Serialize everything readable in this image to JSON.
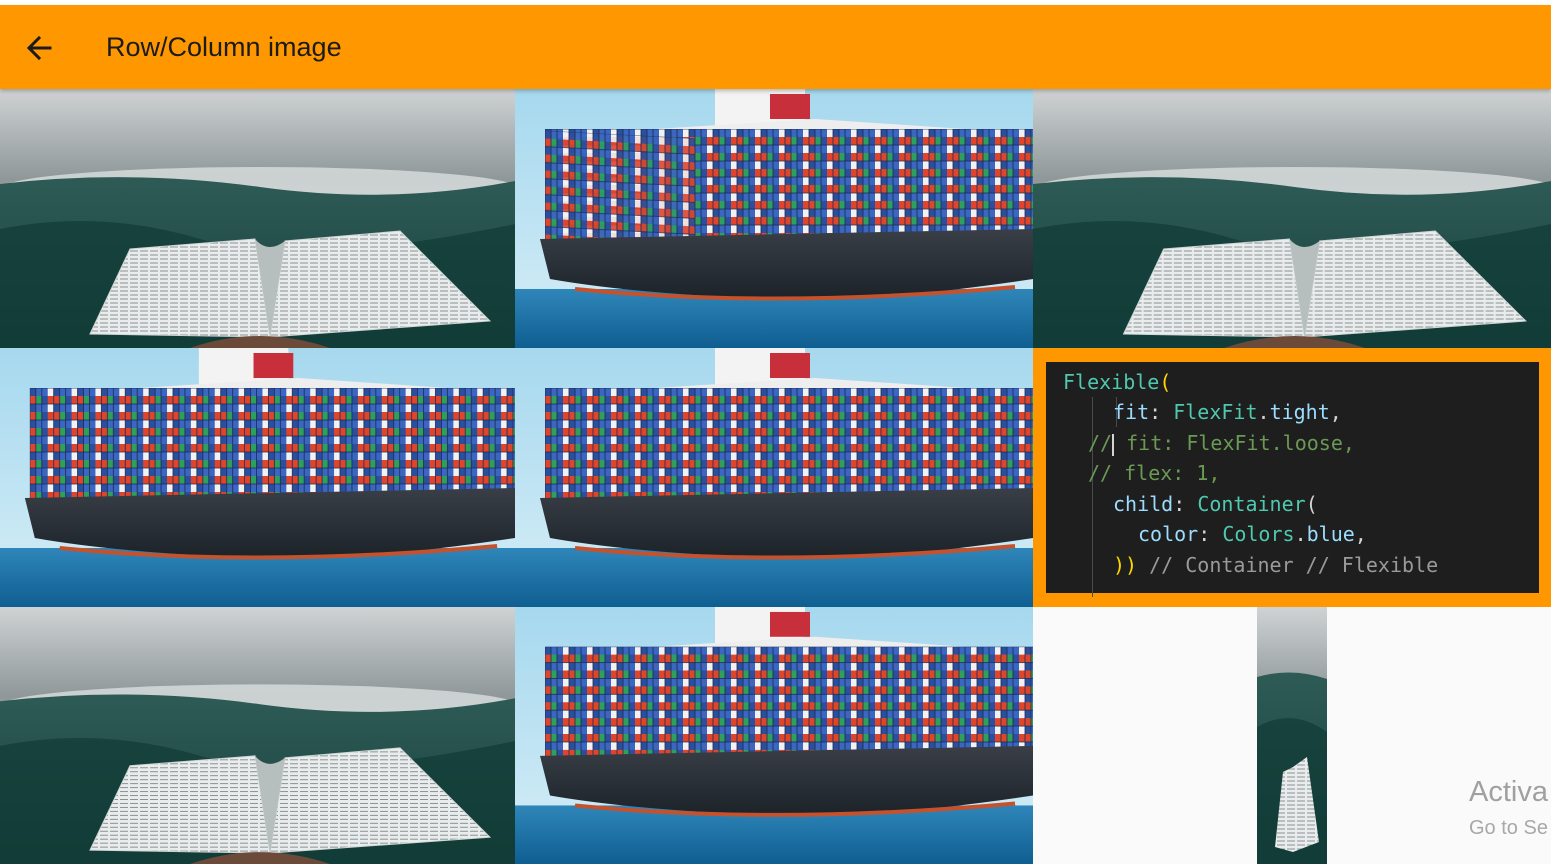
{
  "app_bar": {
    "title": "Row/Column image",
    "back_icon": "arrow-back-icon",
    "background": "#ff9800"
  },
  "grid": {
    "images": [
      {
        "subject": "open book in forest"
      },
      {
        "subject": "container ship"
      },
      {
        "subject": "open book in forest"
      },
      {
        "subject": "container ship"
      },
      {
        "subject": "container ship"
      },
      {
        "subject": "code snippet screenshot"
      },
      {
        "subject": "open book in forest"
      },
      {
        "subject": "container ship"
      },
      {
        "subject": "open book in forest (narrow)"
      }
    ]
  },
  "code_snippet": {
    "line1_class": "Flexible",
    "line1_paren": "(",
    "line2_prop": "fit",
    "line2_colon": ": ",
    "line2_class": "FlexFit",
    "line2_dot": ".",
    "line2_value": "tight",
    "line2_comma": ",",
    "line3_comment_a": "//",
    "line3_comment_b": " fit: FlexFit.loose,",
    "line4_comment": "// flex: 1,",
    "line5_prop": "child",
    "line5_colon": ": ",
    "line5_class": "Container",
    "line5_paren": "(",
    "line6_prop": "color",
    "line6_colon": ": ",
    "line6_class": "Colors",
    "line6_dot": ".",
    "line6_value": "blue",
    "line6_comma": ",",
    "line7_close": "))",
    "line7_comment": " // Container // Flexible"
  },
  "watermark": {
    "title": "Activa",
    "subtitle": "Go to Se"
  }
}
